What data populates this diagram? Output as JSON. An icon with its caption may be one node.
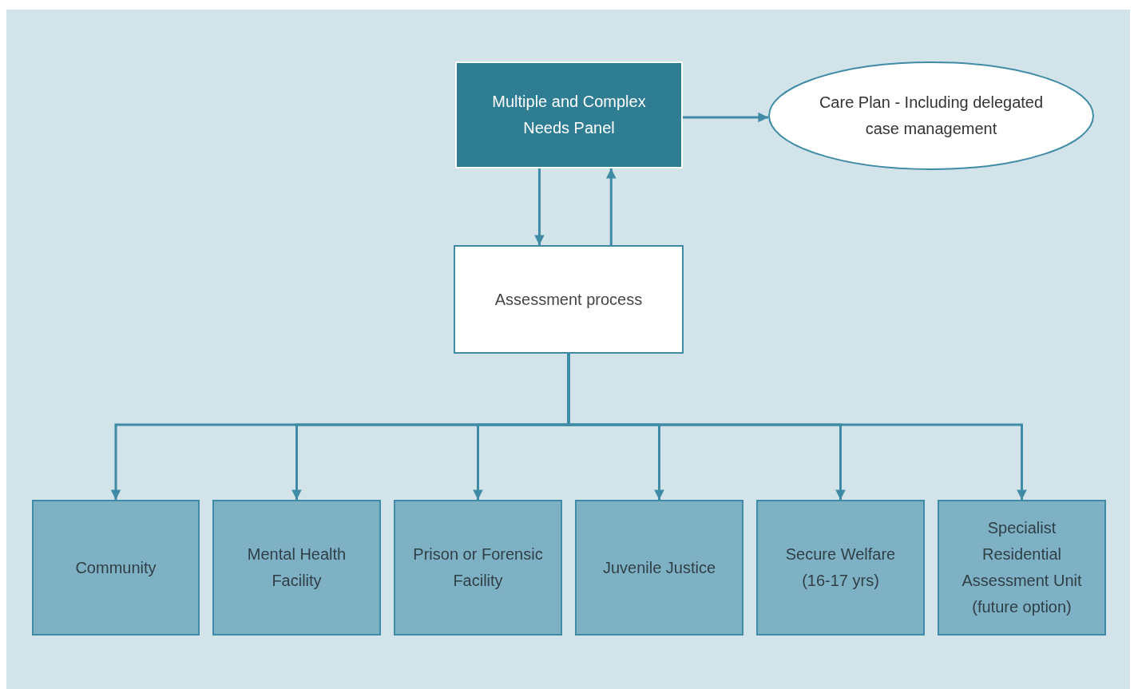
{
  "diagram": {
    "nodes": [
      {
        "text": [
          "Multiple and Complex Needs Panel"
        ]
      },
      {
        "text": [
          "Care Plan - Including delegated case management"
        ]
      },
      {
        "text": [
          "Assessment process"
        ]
      },
      {
        "text": [
          "Community"
        ]
      },
      {
        "text": [
          "Mental Health Facility"
        ]
      },
      {
        "text": [
          "Prison or Forensic Facility"
        ]
      },
      {
        "text": [
          "Juvenile Justice"
        ]
      },
      {
        "text": [
          "Secure Welfare (16-17 yrs)"
        ]
      },
      {
        "text": [
          "Specialist Residential Assessment Unit (future option)"
        ]
      }
    ],
    "edges": [
      {
        "from": 0,
        "to": 1,
        "arrow": "to"
      },
      {
        "from": 0,
        "to": 2,
        "arrow": "to"
      },
      {
        "from": 2,
        "to": 0,
        "arrow": "to"
      },
      {
        "from": 2,
        "to": 3,
        "arrow": "to"
      },
      {
        "from": 2,
        "to": 4,
        "arrow": "to"
      },
      {
        "from": 2,
        "to": 5,
        "arrow": "to"
      },
      {
        "from": 2,
        "to": 6,
        "arrow": "to"
      },
      {
        "from": 2,
        "to": 7,
        "arrow": "to"
      },
      {
        "from": 2,
        "to": 8,
        "arrow": "to"
      }
    ]
  }
}
